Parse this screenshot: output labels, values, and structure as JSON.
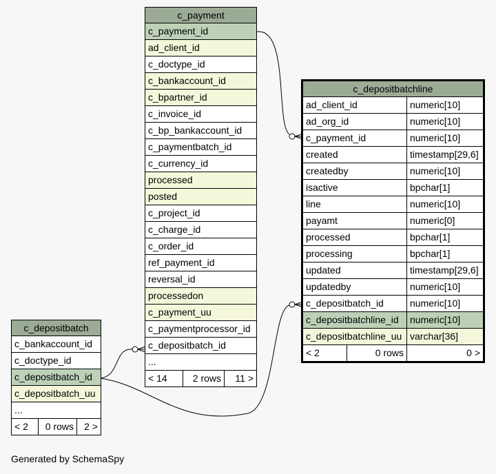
{
  "tables": {
    "c_payment": {
      "name": "c_payment",
      "columns": [
        {
          "name": "c_payment_id",
          "kind": "pk"
        },
        {
          "name": "ad_client_id",
          "kind": "fk"
        },
        {
          "name": "c_doctype_id",
          "kind": "plain"
        },
        {
          "name": "c_bankaccount_id",
          "kind": "fk"
        },
        {
          "name": "c_bpartner_id",
          "kind": "fk"
        },
        {
          "name": "c_invoice_id",
          "kind": "plain"
        },
        {
          "name": "c_bp_bankaccount_id",
          "kind": "plain"
        },
        {
          "name": "c_paymentbatch_id",
          "kind": "plain"
        },
        {
          "name": "c_currency_id",
          "kind": "plain"
        },
        {
          "name": "processed",
          "kind": "fk"
        },
        {
          "name": "posted",
          "kind": "fk"
        },
        {
          "name": "c_project_id",
          "kind": "plain"
        },
        {
          "name": "c_charge_id",
          "kind": "plain"
        },
        {
          "name": "c_order_id",
          "kind": "plain"
        },
        {
          "name": "ref_payment_id",
          "kind": "plain"
        },
        {
          "name": "reversal_id",
          "kind": "plain"
        },
        {
          "name": "processedon",
          "kind": "fk"
        },
        {
          "name": "c_payment_uu",
          "kind": "fk"
        },
        {
          "name": "c_paymentprocessor_id",
          "kind": "plain"
        },
        {
          "name": "c_depositbatch_id",
          "kind": "plain"
        },
        {
          "name": "...",
          "kind": "plain"
        }
      ],
      "footer": {
        "left": "< 14",
        "mid": "2 rows",
        "right": "11 >"
      }
    },
    "c_depositbatch": {
      "name": "c_depositbatch",
      "columns": [
        {
          "name": "c_bankaccount_id",
          "kind": "plain"
        },
        {
          "name": "c_doctype_id",
          "kind": "plain"
        },
        {
          "name": "c_depositbatch_id",
          "kind": "pk"
        },
        {
          "name": "c_depositbatch_uu",
          "kind": "fk"
        },
        {
          "name": "...",
          "kind": "plain"
        }
      ],
      "footer": {
        "left": "< 2",
        "mid": "0 rows",
        "right": "2 >"
      }
    },
    "c_depositbatchline": {
      "name": "c_depositbatchline",
      "columns": [
        {
          "name": "ad_client_id",
          "type": "numeric[10]",
          "kind": "plain"
        },
        {
          "name": "ad_org_id",
          "type": "numeric[10]",
          "kind": "plain"
        },
        {
          "name": "c_payment_id",
          "type": "numeric[10]",
          "kind": "plain"
        },
        {
          "name": "created",
          "type": "timestamp[29,6]",
          "kind": "plain"
        },
        {
          "name": "createdby",
          "type": "numeric[10]",
          "kind": "plain"
        },
        {
          "name": "isactive",
          "type": "bpchar[1]",
          "kind": "plain"
        },
        {
          "name": "line",
          "type": "numeric[10]",
          "kind": "plain"
        },
        {
          "name": "payamt",
          "type": "numeric[0]",
          "kind": "plain"
        },
        {
          "name": "processed",
          "type": "bpchar[1]",
          "kind": "plain"
        },
        {
          "name": "processing",
          "type": "bpchar[1]",
          "kind": "plain"
        },
        {
          "name": "updated",
          "type": "timestamp[29,6]",
          "kind": "plain"
        },
        {
          "name": "updatedby",
          "type": "numeric[10]",
          "kind": "plain"
        },
        {
          "name": "c_depositbatch_id",
          "type": "numeric[10]",
          "kind": "plain"
        },
        {
          "name": "c_depositbatchline_id",
          "type": "numeric[10]",
          "kind": "pk"
        },
        {
          "name": "c_depositbatchline_uu",
          "type": "varchar[36]",
          "kind": "fk"
        }
      ],
      "footer": {
        "left": "< 2",
        "mid": "0 rows",
        "right": "0 >"
      }
    }
  },
  "colors": {
    "header": "#9bab96",
    "primary_key": "#bed1b8",
    "indexed": "#f4f7da",
    "background": "#f7f7f7"
  },
  "generated_by": "Generated by SchemaSpy"
}
